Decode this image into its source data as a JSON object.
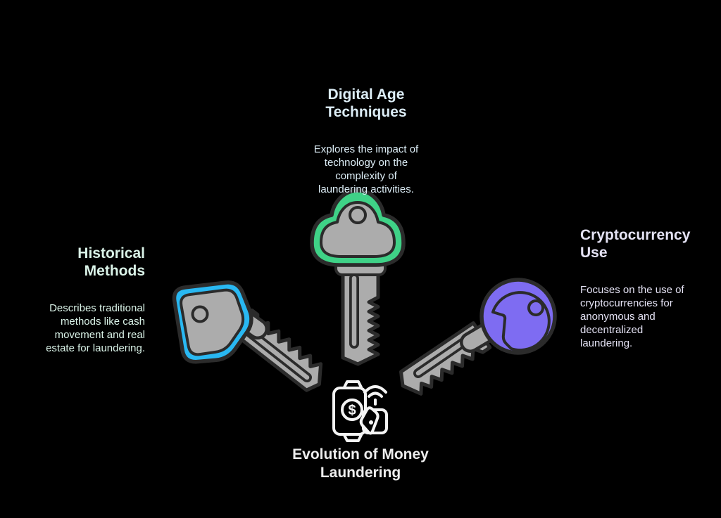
{
  "diagram": {
    "center": {
      "label": "Evolution of Money\nLaundering",
      "symbol": "$",
      "icon": "mobile-payment-icon",
      "text_color": "#ededed"
    },
    "items": [
      {
        "id": "historical-methods",
        "position": "left",
        "title": "Historical\nMethods",
        "description": "Describes traditional\nmethods like cash\nmovement and real\nestate for laundering.",
        "icon": "key-icon",
        "key_head_shape": "rounded-square",
        "accent_color": "#29b8f2",
        "text_color": "#daf3e8"
      },
      {
        "id": "digital-age-techniques",
        "position": "top",
        "title": "Digital Age\nTechniques",
        "description": "Explores the impact of\ntechnology on the\ncomplexity of\nlaundering activities.",
        "icon": "key-icon",
        "key_head_shape": "cloud",
        "accent_color": "#3fd287",
        "text_color": "#dcedf6"
      },
      {
        "id": "cryptocurrency-use",
        "position": "right",
        "title": "Cryptocurrency\nUse",
        "description": "Focuses on the use of\ncryptocurrencies for\nanonymous and\ndecentralized\nlaundering.",
        "icon": "key-icon",
        "key_head_shape": "round",
        "accent_color": "#7e6cf2",
        "text_color": "#e4e2f4"
      }
    ],
    "colors": {
      "background": "#000000",
      "key_gray": "#acacac",
      "outline": "#2b2b2b",
      "icon_white": "#f4f4f4"
    }
  }
}
